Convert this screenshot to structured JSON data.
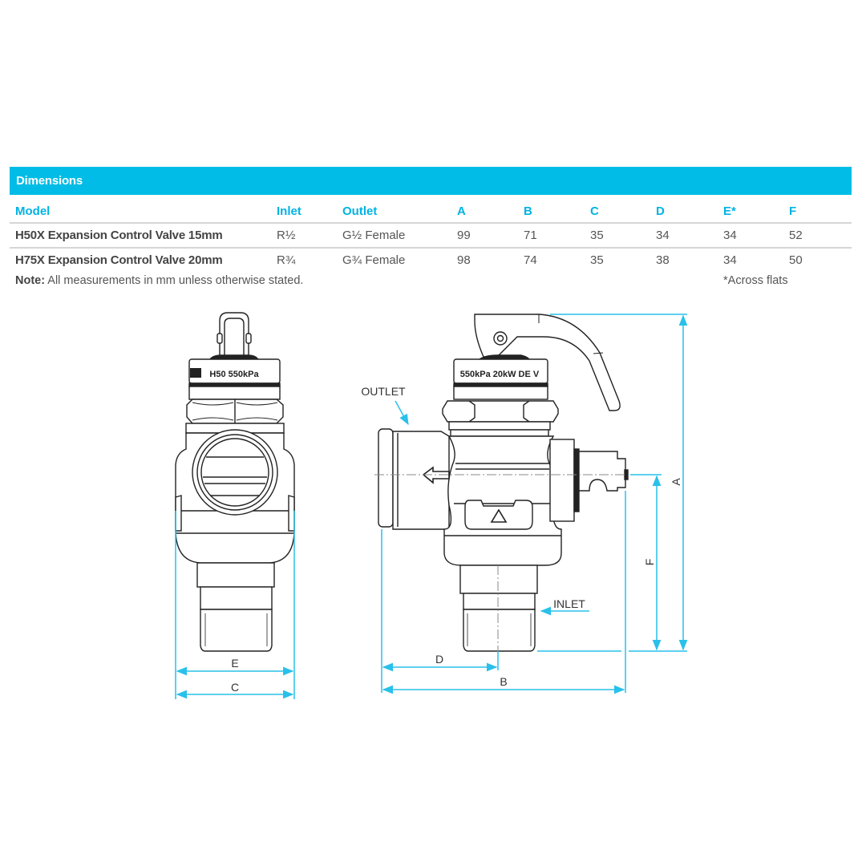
{
  "section": {
    "title": "Dimensions",
    "accent_color": "#00bce6"
  },
  "table": {
    "headers": [
      "Model",
      "Inlet",
      "Outlet",
      "A",
      "B",
      "C",
      "D",
      "E*",
      "F"
    ],
    "rows": [
      [
        "H50X Expansion Control Valve 15mm",
        "R½",
        "G½ Female",
        "99",
        "71",
        "35",
        "34",
        "34",
        "52"
      ],
      [
        "H75X Expansion Control Valve 20mm",
        "R¾",
        "G¾ Female",
        "98",
        "74",
        "35",
        "38",
        "34",
        "50"
      ]
    ]
  },
  "note": {
    "label": "Note:",
    "text": " All measurements in mm unless otherwise stated.",
    "footnote": "*Across flats"
  },
  "drawing": {
    "front_view": {
      "cap_marking": "H50 550kPa",
      "dimension_labels": {
        "E": "E",
        "C": "C"
      }
    },
    "side_view": {
      "cap_marking": "550kPa 20kW DE V",
      "callouts": {
        "outlet": "OUTLET",
        "inlet": "INLET"
      },
      "dimension_labels": {
        "A": "A",
        "B": "B",
        "D": "D",
        "F": "F"
      }
    },
    "dimension_line_color": "#29c0ea",
    "line_color": "#222222"
  }
}
